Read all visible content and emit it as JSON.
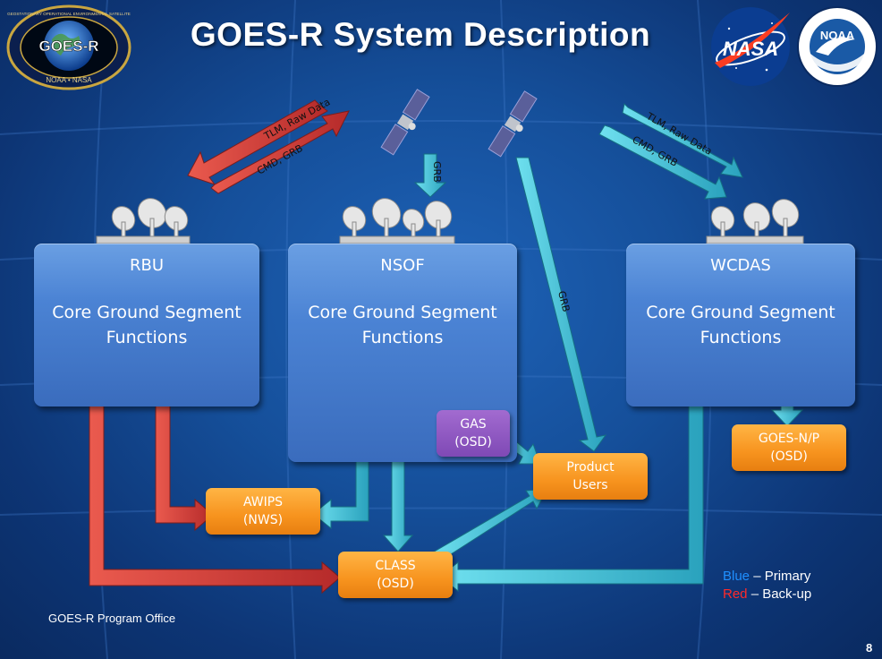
{
  "title": "GOES-R System Description",
  "logos": {
    "goesr": {
      "center": "GOES-R",
      "ring_top": "GEOSTATIONARY OPERATIONAL ENVIRONMENTAL SATELLITE",
      "ring_bottom": "NOAA • NASA"
    },
    "nasa": "NASA",
    "noaa": "NOAA"
  },
  "sites": [
    {
      "name": "RBU",
      "function": "Core Ground Segment Functions"
    },
    {
      "name": "NSOF",
      "function": "Core Ground Segment Functions"
    },
    {
      "name": "WCDAS",
      "function": "Core Ground Segment Functions"
    }
  ],
  "nodes": {
    "gas": [
      "GAS",
      "(OSD)"
    ],
    "product_users": [
      "Product",
      "Users"
    ],
    "awips": [
      "AWIPS",
      "(NWS)"
    ],
    "class": [
      "CLASS",
      "(OSD)"
    ],
    "goes_np": [
      "GOES-N/P",
      "(OSD)"
    ]
  },
  "link_labels": {
    "tlm_raw": "TLM, Raw Data",
    "cmd_grb": "CMD, GRB",
    "grb": "GRB"
  },
  "legend": {
    "blue_word": "Blue",
    "blue_text": " – Primary",
    "red_word": "Red",
    "red_text": " – Back-up"
  },
  "colors": {
    "primary": "#3ec3d6",
    "backup": "#d23c3c",
    "box_blue": "#4b83d4",
    "box_orange": "#f7931e",
    "box_purple": "#8a55bf",
    "legend_blue": "#1f8fff",
    "legend_red": "#ff2a2a"
  },
  "footer": "GOES-R Program Office",
  "page_number": "8"
}
